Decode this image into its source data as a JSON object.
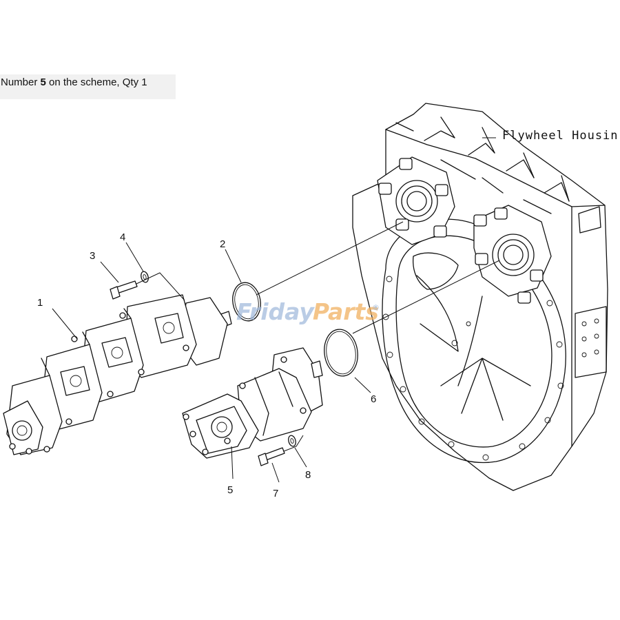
{
  "caption": {
    "prefix": "Number ",
    "number": "5",
    "suffix": " on the scheme, Qty 1"
  },
  "diagram": {
    "housing_label": "Flywheel Housin",
    "watermark": {
      "part1": "Friday",
      "part2": "Parts",
      "mark": "®"
    },
    "callouts": {
      "c1": "1",
      "c2": "2",
      "c3": "3",
      "c4": "4",
      "c5": "5",
      "c6": "6",
      "c7": "7",
      "c8": "8"
    }
  }
}
